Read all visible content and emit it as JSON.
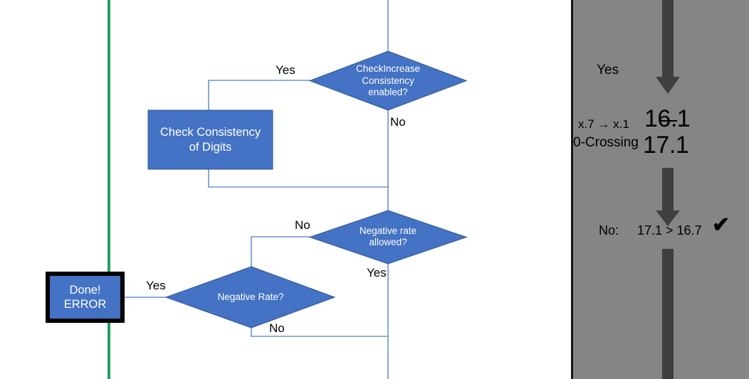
{
  "colors": {
    "node_fill": "#4472C4",
    "node_stroke": "#2E5596",
    "connector": "#6C93D1",
    "green_line": "#21A05E",
    "panel_bg": "#858585",
    "panel_border": "#161616",
    "panel_arrow": "#3F3F3F",
    "error_box_border": "#000000",
    "text_light": "#FFFFFF",
    "text_dark": "#000000"
  },
  "flowchart": {
    "nodes": {
      "check_increase_consistency": {
        "label": "CheckIncrease Consistency enabled?",
        "lines": [
          "CheckIncrease",
          "Consistency",
          "enabled?"
        ],
        "shape": "diamond"
      },
      "check_consistency_digits": {
        "label": "Check Consistency of Digits",
        "lines": [
          "Check Consistency",
          "of Digits"
        ],
        "shape": "rectangle"
      },
      "negative_rate_allowed": {
        "label": "Negative rate allowed?",
        "lines": [
          "Negative rate",
          "allowed?"
        ],
        "shape": "diamond"
      },
      "negative_rate": {
        "label": "Negative Rate?",
        "lines": [
          "Negative Rate?"
        ],
        "shape": "diamond"
      },
      "done_error": {
        "label": "Done! ERROR",
        "lines": [
          "Done!",
          "ERROR"
        ],
        "shape": "rectangle-bold"
      }
    },
    "edge_labels": {
      "consistency_yes": "Yes",
      "consistency_no": "No",
      "negrate_allowed_no": "No",
      "negrate_allowed_yes": "Yes",
      "negrate_yes": "Yes",
      "negrate_no": "No"
    }
  },
  "panel": {
    "yes_label": "Yes",
    "rule_label_1": "x.7 → x.1",
    "rule_label_2": "0-Crossing",
    "value_struck_prefix": "1",
    "value_struck_digit": "6",
    "value_struck_suffix": ".1",
    "value_struck_full": "16.1",
    "value_new": "17.1",
    "no_label": "No:",
    "comparison": "17.1 > 16.7",
    "check_mark": "✔"
  }
}
